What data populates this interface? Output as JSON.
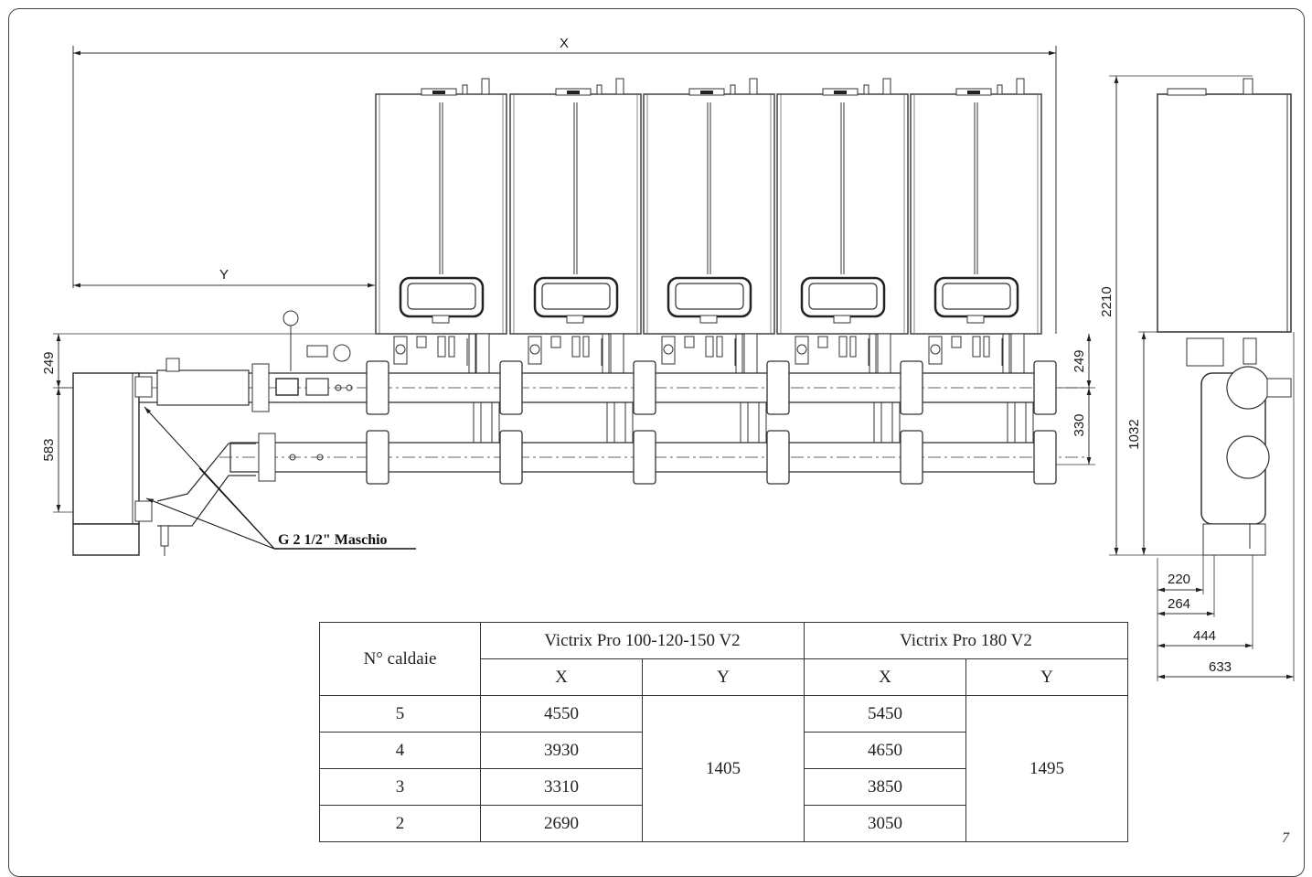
{
  "dimensions": {
    "x": "X",
    "y": "Y",
    "h249": "249",
    "h583": "583",
    "h330": "330",
    "h2210": "2210",
    "h1032": "1032",
    "d220": "220",
    "d264": "264",
    "d444": "444",
    "d633": "633"
  },
  "callout": "G 2 1/2\" Maschio",
  "table": {
    "header_boilers": "N° caldaie",
    "model_a": "Victrix Pro 100-120-150 V2",
    "model_b": "Victrix Pro 180 V2",
    "col_x": "X",
    "col_y": "Y",
    "rows": [
      {
        "n": "5",
        "ax": "4550",
        "bx": "5450"
      },
      {
        "n": "4",
        "ax": "3930",
        "bx": "4650"
      },
      {
        "n": "3",
        "ax": "3310",
        "bx": "3850"
      },
      {
        "n": "2",
        "ax": "2690",
        "bx": "3050"
      }
    ],
    "a_y": "1405",
    "b_y": "1495"
  },
  "page_number": "7"
}
